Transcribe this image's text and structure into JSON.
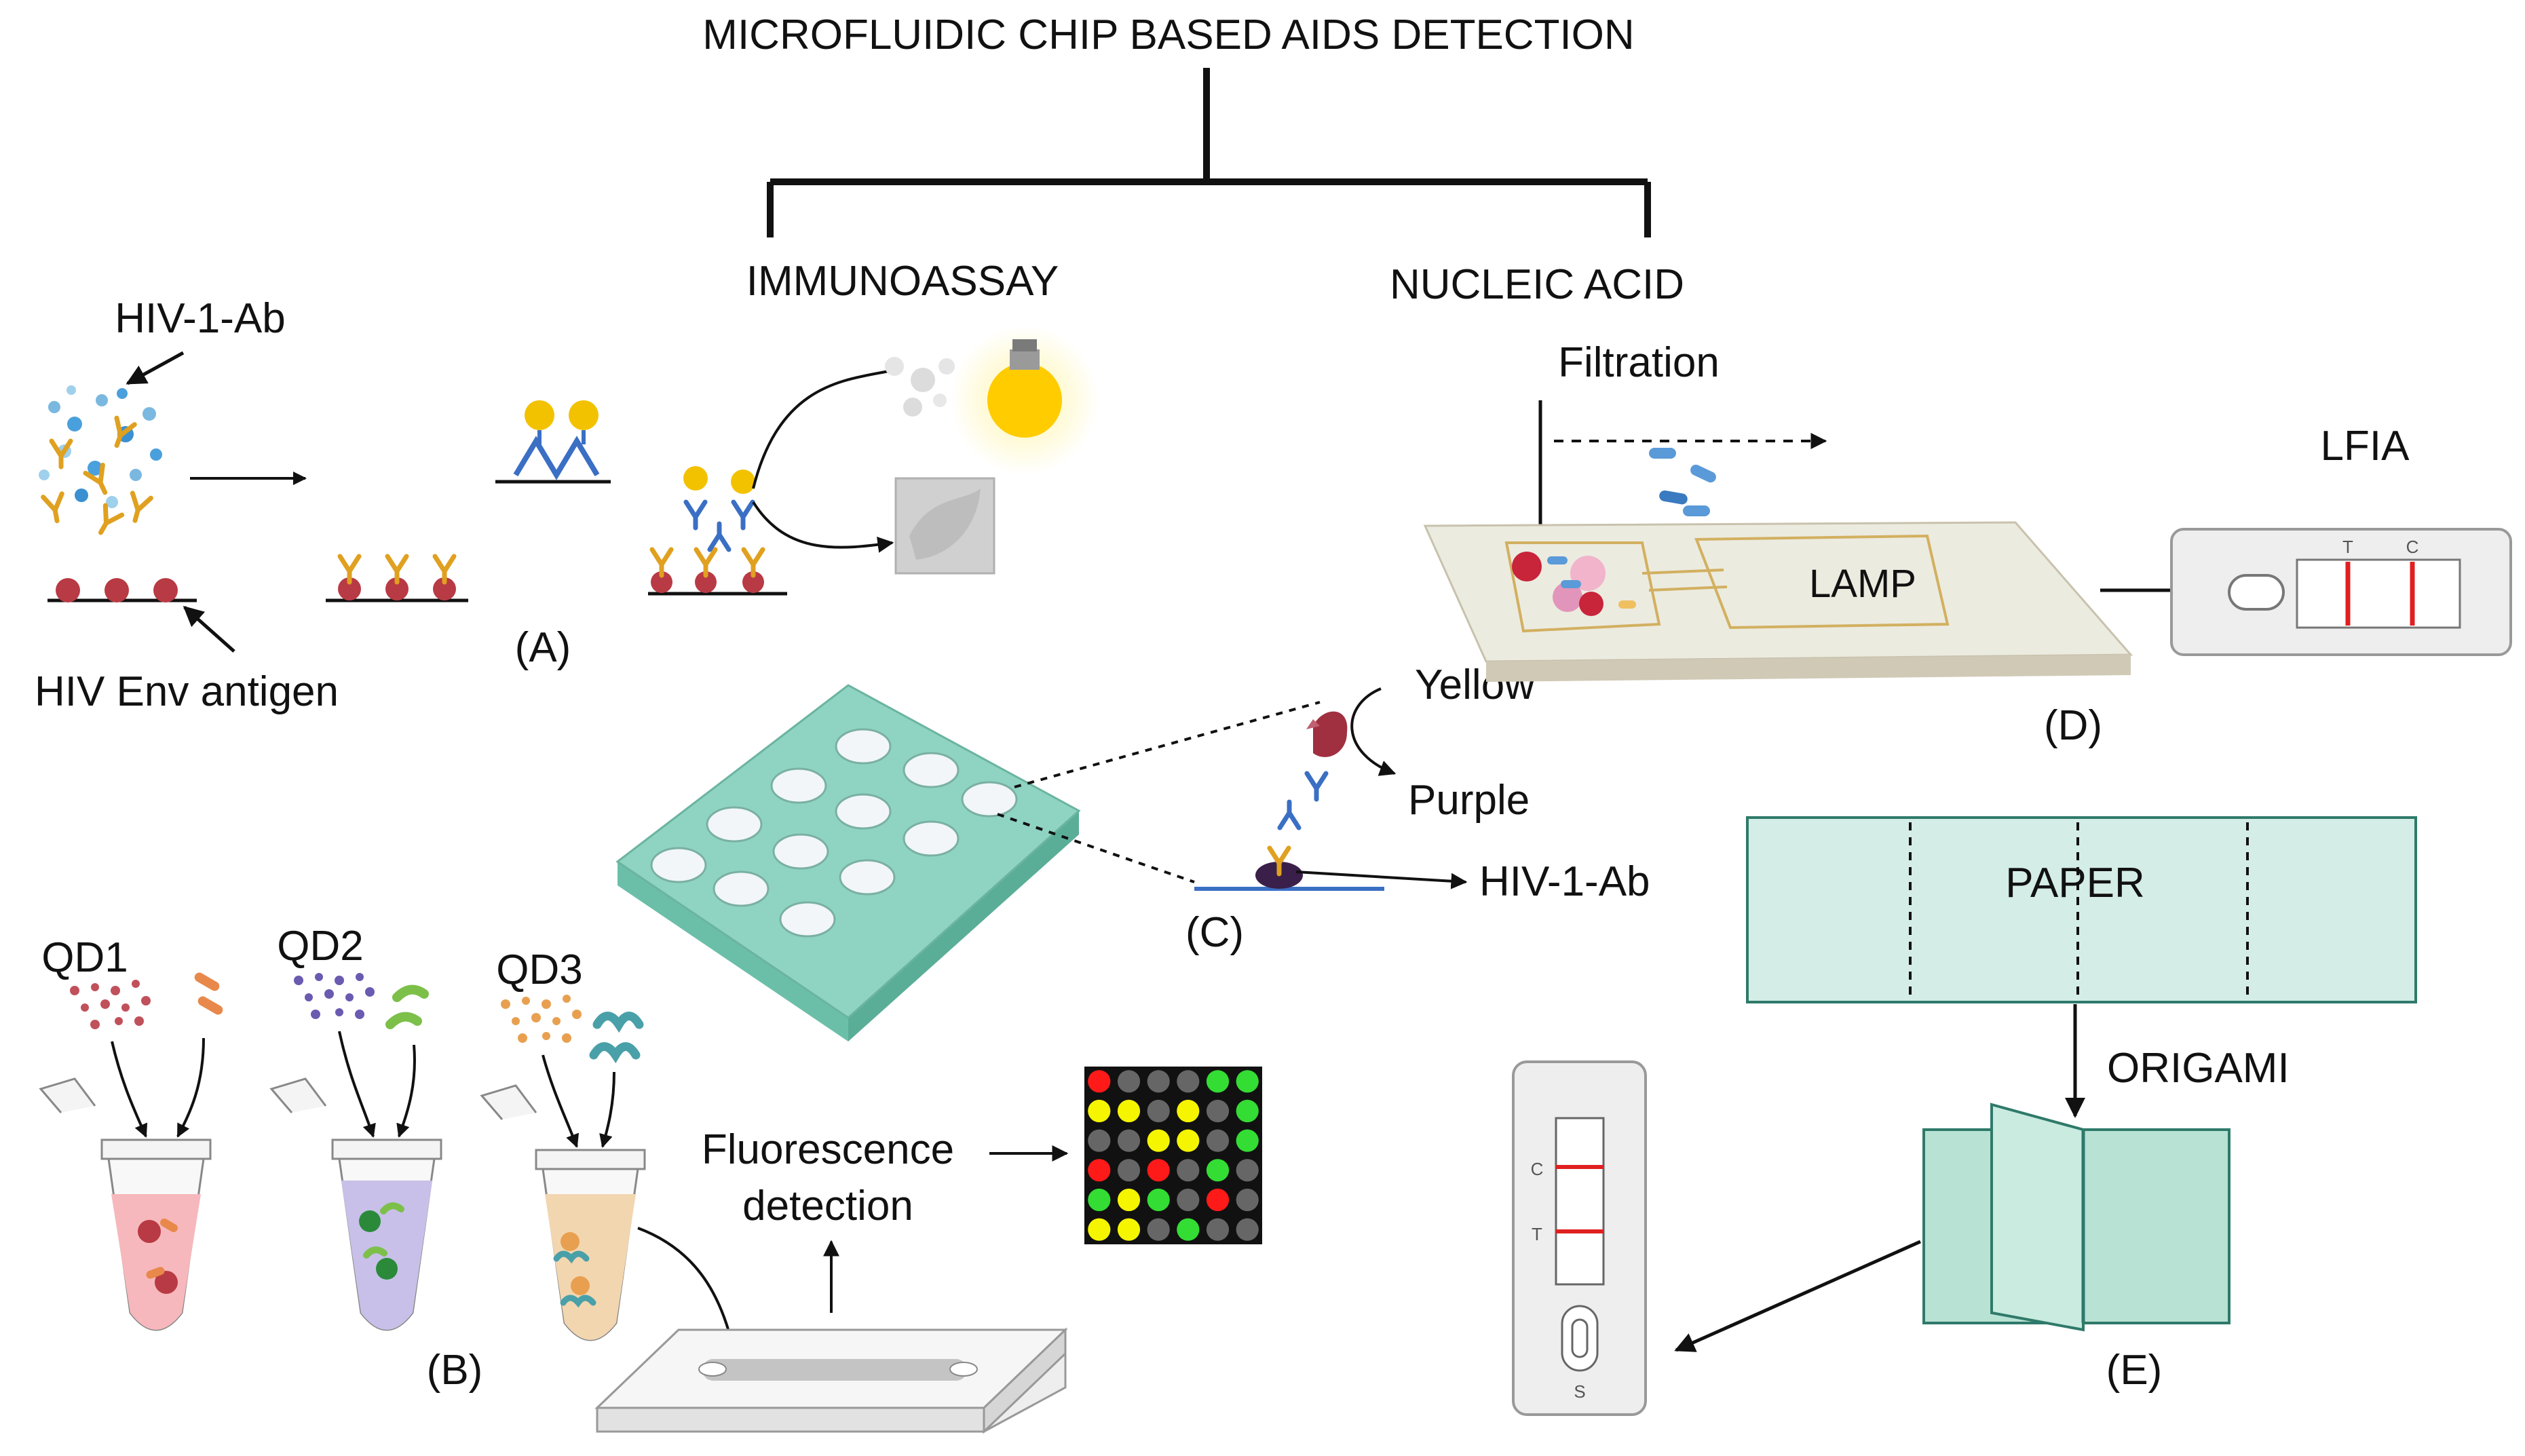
{
  "title": "MICROFLUIDIC CHIP BASED AIDS DETECTION",
  "branches": {
    "left": "IMMUNOASSAY",
    "right": "NUCLEIC ACID"
  },
  "panel_a": {
    "label": "(A)",
    "antibody_label": "HIV-1-Ab",
    "antigen_label": "HIV Env antigen"
  },
  "panel_b": {
    "label": "(B)",
    "qd1": "QD1",
    "qd2": "QD2",
    "qd3": "QD3",
    "fluorescence_line1": "Fluorescence",
    "fluorescence_line2": "detection",
    "grid_colors": [
      [
        "red",
        "gray",
        "gray",
        "gray",
        "green",
        "green"
      ],
      [
        "yellow",
        "yellow",
        "gray",
        "yellow",
        "gray",
        "green"
      ],
      [
        "gray",
        "gray",
        "yellow",
        "yellow",
        "gray",
        "green"
      ],
      [
        "red",
        "gray",
        "red",
        "gray",
        "green",
        "gray"
      ],
      [
        "green",
        "yellow",
        "green",
        "gray",
        "red",
        "gray"
      ],
      [
        "yellow",
        "yellow",
        "gray",
        "green",
        "gray",
        "gray"
      ]
    ]
  },
  "panel_c": {
    "label": "(C)",
    "yellow_label": "Yellow",
    "purple_label": "Purple",
    "antibody_label": "HIV-1-Ab"
  },
  "panel_d": {
    "label": "(D)",
    "filtration_label": "Filtration",
    "lamp_label": "LAMP",
    "lfia_label": "LFIA",
    "strip_t": "T",
    "strip_c": "C"
  },
  "panel_e": {
    "label": "(E)",
    "paper_label": "PAPER",
    "origami_label": "ORIGAMI",
    "cassette_c": "C",
    "cassette_t": "T",
    "cassette_s": "S"
  },
  "colors": {
    "gold": "#f2c200",
    "antibody": "#e0a020",
    "antibody_blue": "#3a6fc4",
    "virus": "#b83a44",
    "teal": "#8fd4c2",
    "test_line": "#e02020",
    "grid_red": "#ff1a1a",
    "grid_yellow": "#f5f500",
    "grid_green": "#33dd33",
    "grid_gray": "#666666"
  }
}
